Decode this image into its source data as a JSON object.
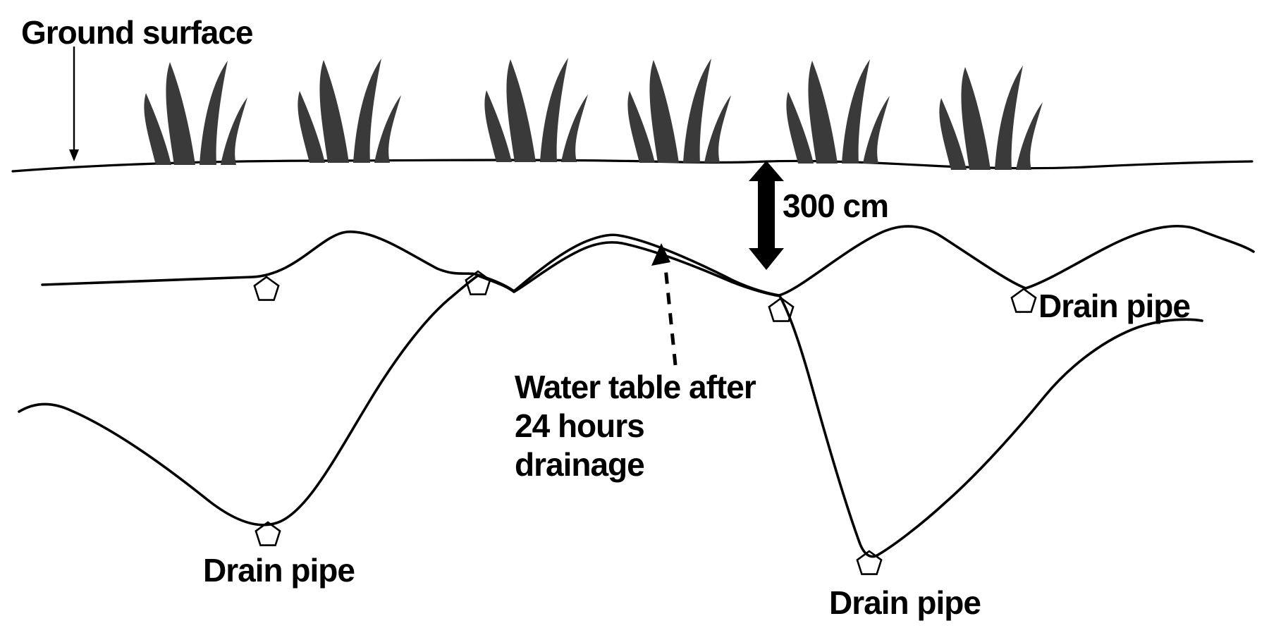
{
  "labels": {
    "ground_surface": "Ground surface",
    "depth": "300 cm",
    "water_table": {
      "line1": "Water table after",
      "line2": "24 hours",
      "line3": "drainage"
    },
    "drain_pipe_left": "Drain pipe",
    "drain_pipe_right": "Drain pipe",
    "drain_pipe_bottom_right": "Drain pipe"
  },
  "colors": {
    "ink": "#000000",
    "grass": "#3a3a3a",
    "background": "#ffffff"
  },
  "figure": {
    "depth_cm": 300,
    "drain_pipe_count": 6,
    "grass_tuft_count": 6,
    "water_table_curve_count": 2
  }
}
